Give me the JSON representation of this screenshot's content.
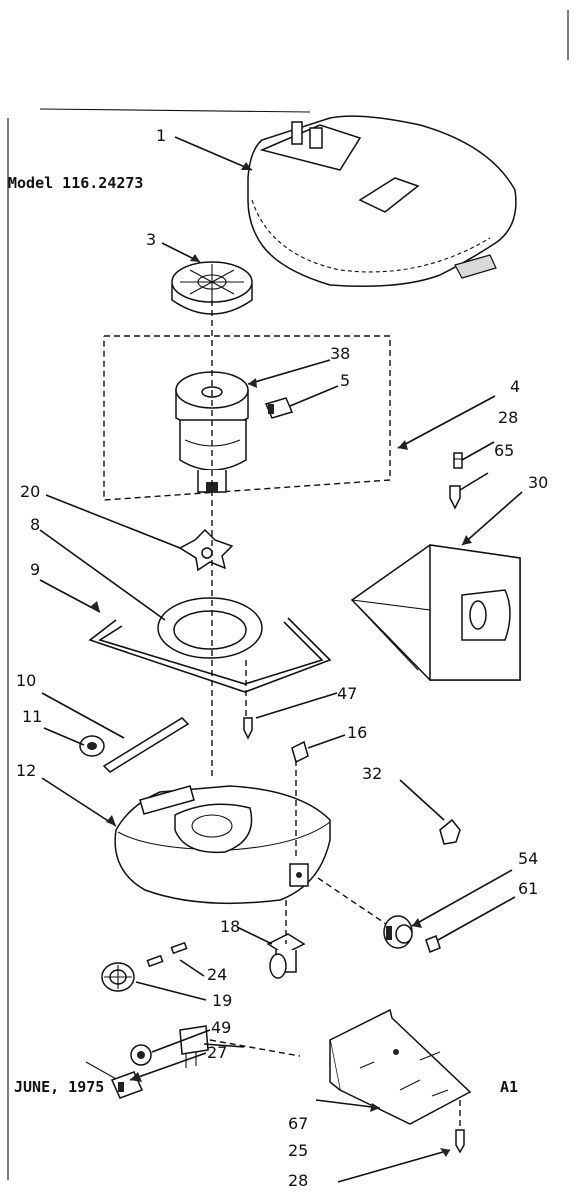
{
  "header": {
    "model": "Model 116.24273",
    "date": "JUNE, 1975",
    "sheet": "A1"
  },
  "callouts": [
    {
      "id": "c1",
      "text": "1"
    },
    {
      "id": "c3",
      "text": "3"
    },
    {
      "id": "c38",
      "text": "38"
    },
    {
      "id": "c5",
      "text": "5"
    },
    {
      "id": "c4",
      "text": "4"
    },
    {
      "id": "c28a",
      "text": "28"
    },
    {
      "id": "c65",
      "text": "65"
    },
    {
      "id": "c30",
      "text": "30"
    },
    {
      "id": "c20",
      "text": "20"
    },
    {
      "id": "c8",
      "text": "8"
    },
    {
      "id": "c9",
      "text": "9"
    },
    {
      "id": "c10",
      "text": "10"
    },
    {
      "id": "c11",
      "text": "11"
    },
    {
      "id": "c47",
      "text": "47"
    },
    {
      "id": "c16",
      "text": "16"
    },
    {
      "id": "c12",
      "text": "12"
    },
    {
      "id": "c32",
      "text": "32"
    },
    {
      "id": "c54",
      "text": "54"
    },
    {
      "id": "c61",
      "text": "61"
    },
    {
      "id": "c18",
      "text": "18"
    },
    {
      "id": "c24",
      "text": "24"
    },
    {
      "id": "c19",
      "text": "19"
    },
    {
      "id": "c49",
      "text": "49"
    },
    {
      "id": "c27",
      "text": "27"
    },
    {
      "id": "c67",
      "text": "67"
    },
    {
      "id": "c25",
      "text": "25"
    },
    {
      "id": "c28b",
      "text": "28"
    }
  ]
}
